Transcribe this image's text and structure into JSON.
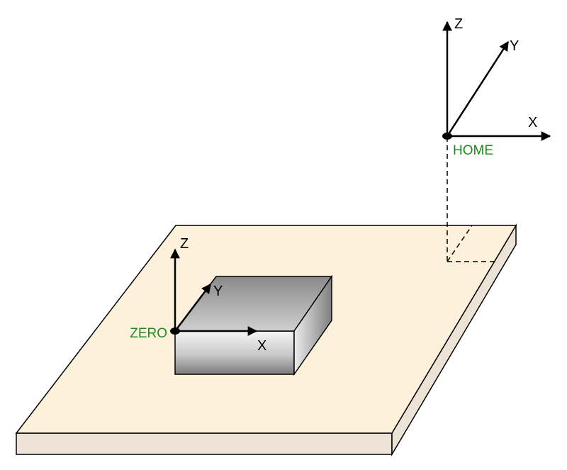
{
  "home": {
    "label": "HOME",
    "axes": {
      "x": "X",
      "y": "Y",
      "z": "Z"
    }
  },
  "zero": {
    "label": "ZERO",
    "axes": {
      "x": "X",
      "y": "Y",
      "z": "Z"
    }
  },
  "colors": {
    "table_top": "#fdf1dc",
    "table_side": "#ece2d6",
    "label_green": "#1e8a1e",
    "stroke": "#000000"
  }
}
